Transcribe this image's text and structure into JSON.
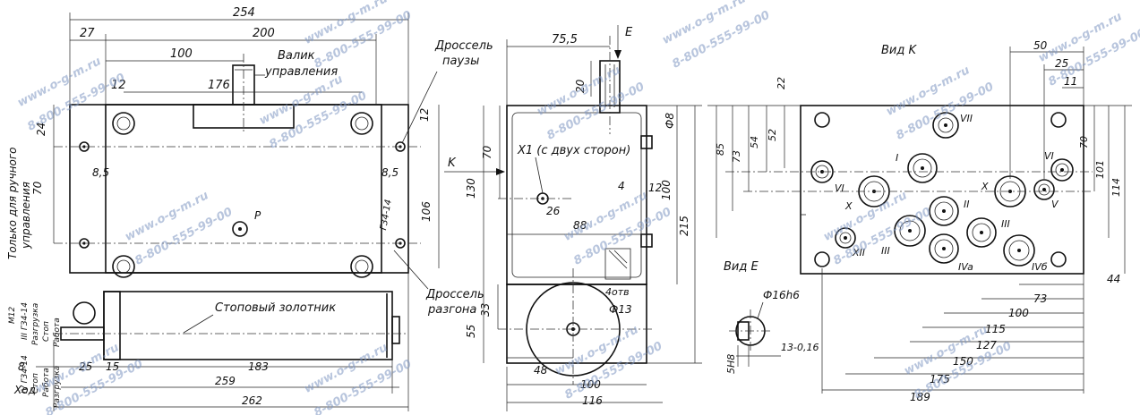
{
  "watermarks": {
    "site": "www.o-g-m.ru",
    "phone": "8-800-555-99-00"
  },
  "front_view": {
    "dim_overall_top": "254",
    "dim_left_offset": "27",
    "dim_body_width": "200",
    "dim_shaft_offset": "100",
    "dim_holes_spacing": "176",
    "dim_edge_12": "12",
    "dim_top_24": "24",
    "dim_right_12": "12",
    "dim_height_70": "70",
    "dim_side_8_5_left": "8,5",
    "dim_side_8_5_right": "8,5",
    "dim_height_106": "106",
    "label_shaft": "Валик\nуправления",
    "label_throttle_pause": "Дроссель\nпаузы",
    "label_throttle_accel": "Дроссель\nразгона",
    "label_port_p": "P",
    "label_g34": "Г34-14",
    "label_manual_only": "Только для ручного\nуправления",
    "label_spool": "Стоповый золотник",
    "label_m12": "М12",
    "spool_tags_upper": [
      "III Г34-14",
      "Разгрузка",
      "Стоп",
      "Работа"
    ],
    "spool_tags_lower": [
      "IV Г34-14",
      "Стоп",
      "Работа",
      "Разгрузка"
    ],
    "dim_bottom_8": "8",
    "dim_bottom_25": "25",
    "dim_bottom_15": "15",
    "dim_bottom_183": "183",
    "dim_bottom_259": "259",
    "dim_bottom_262": "262",
    "label_stroke": "Ход"
  },
  "side_view": {
    "dim_top_75_5": "75,5",
    "arrow_e": "E",
    "dim_20": "20",
    "dim_diam_8": "Ф8",
    "label_x1": "X1 (с двух сторон)",
    "arrow_k": "K",
    "dim_70": "70",
    "dim_130": "130",
    "dim_26": "26",
    "dim_4": "4",
    "dim_12": "12",
    "dim_88": "88",
    "dim_4_holes": "4отв",
    "dim_diam_13": "Ф13",
    "dim_33": "33",
    "dim_55": "55",
    "dim_48": "48",
    "dim_100_bottom": "100",
    "dim_116": "116",
    "dim_100_right": "100",
    "dim_215": "215"
  },
  "view_k": {
    "title": "Вид K",
    "dim_50": "50",
    "dim_25": "25",
    "dim_11": "11",
    "dim_22": "22",
    "dim_52": "52",
    "dim_54": "54",
    "dim_73": "73",
    "dim_85": "85",
    "dim_70": "70",
    "dim_101": "101",
    "dim_114": "114",
    "port_labels": [
      "VII",
      "I",
      "VI",
      "VI",
      "X",
      "X",
      "V",
      "II",
      "III",
      "III",
      "XII",
      "IVa",
      "IVб"
    ],
    "dim_44": "44",
    "dim_73_bottom": "73",
    "dim_100": "100",
    "dim_115": "115",
    "dim_127": "127",
    "dim_150": "150",
    "dim_175": "175",
    "dim_189": "189"
  },
  "view_e": {
    "title": "Вид E",
    "dim_diam": "Ф16h6",
    "dim_5h8": "5H8",
    "dim_13": "13-0,16"
  }
}
